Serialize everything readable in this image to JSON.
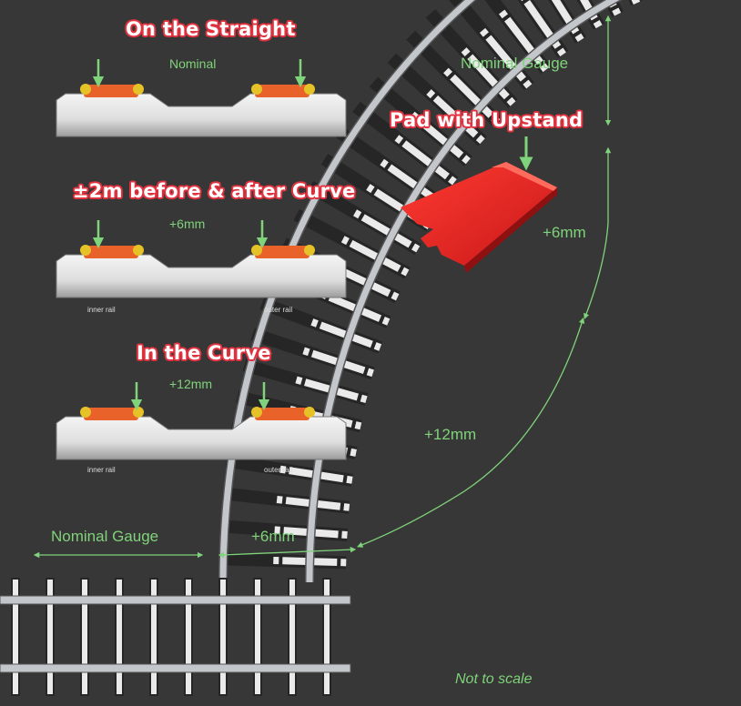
{
  "sections": [
    {
      "title": "On the Straight",
      "adjust": "Nominal",
      "inner_rail": "",
      "outer_rail": ""
    },
    {
      "title": "±2m before & after Curve",
      "adjust": "+6mm",
      "inner_rail": "inner rail",
      "outer_rail": "outer rail"
    },
    {
      "title": "In the Curve",
      "adjust": "+12mm",
      "inner_rail": "inner rail",
      "outer_rail": "outer rail"
    }
  ],
  "pad_label": "Pad with Upstand",
  "track_labels": {
    "nominal_gauge_right": "Nominal Gauge",
    "minus6_right": "+6mm",
    "plus12_curve": "+12mm",
    "nominal_gauge_bottom": "Nominal Gauge",
    "plus6_bottom": "+6mm"
  },
  "footer": "Not to scale",
  "colors": {
    "background": "#3b3a3a",
    "title_fill": "#ffffff",
    "title_outline": "#e0333f",
    "annotation_green": "#7fd37a",
    "pad_red": "#e8262a",
    "pad_orange": "#e8622a",
    "sleeper_concrete": "#e9e9e9",
    "rail_steel": "#b9bcc0"
  }
}
